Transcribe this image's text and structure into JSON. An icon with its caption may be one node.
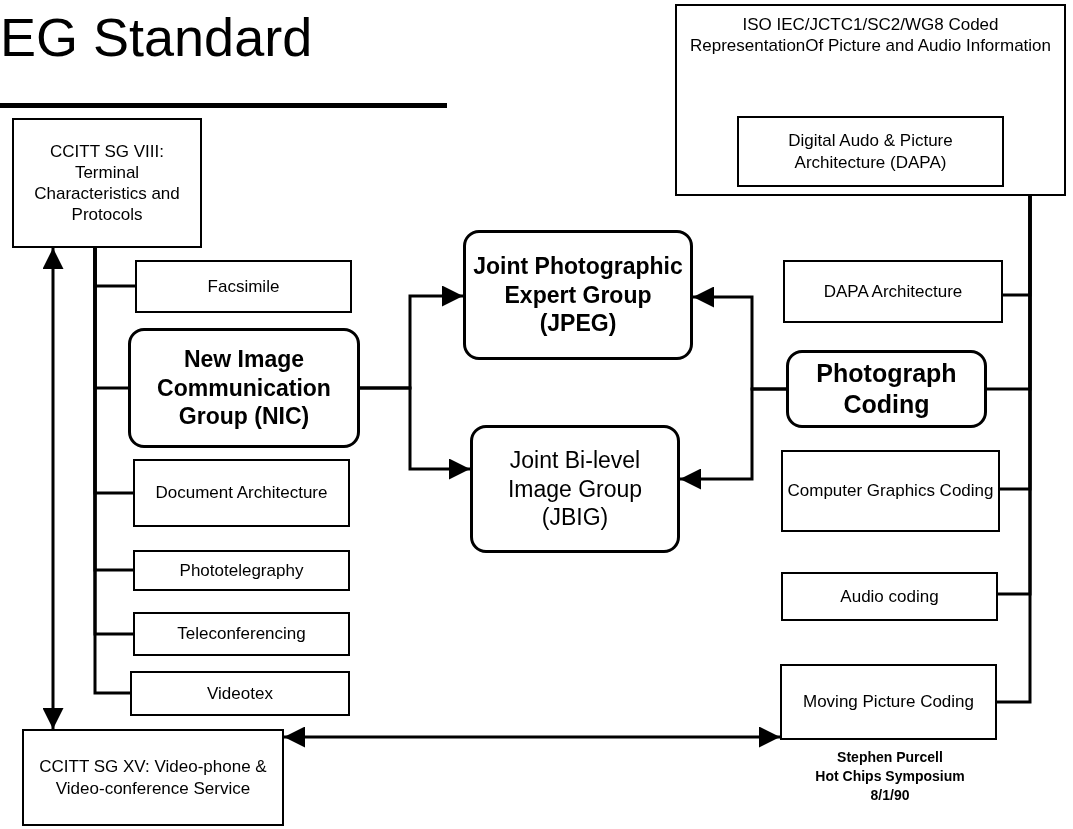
{
  "diagram": {
    "title": "EG Standard",
    "nodes": [
      {
        "text": [
          "CCITT SG VIII: Terminal Characteristics and Protocols"
        ]
      },
      {
        "text": [
          "Facsimile"
        ]
      },
      {
        "text": [
          "New Image Communication Group (NIC)"
        ]
      },
      {
        "text": [
          "Document Architecture"
        ]
      },
      {
        "text": [
          "Phototelegraphy"
        ]
      },
      {
        "text": [
          "Teleconferencing"
        ]
      },
      {
        "text": [
          "Videotex"
        ]
      },
      {
        "text": [
          "CCITT SG XV: Video-phone & Video-conference Service"
        ]
      },
      {
        "text": [
          "Joint Photographic Expert Group (JPEG)"
        ]
      },
      {
        "text": [
          "Joint Bi-level Image Group (JBIG)"
        ]
      },
      {
        "text": [
          "ISO IEC/JCTC1/SC2/WG8 Coded RepresentationOf Picture and Audio Information"
        ]
      },
      {
        "text": [
          "Digital Audo & Picture Architecture (DAPA)"
        ],
        "in": 10
      },
      {
        "text": [
          "DAPA Architecture"
        ]
      },
      {
        "text": [
          "Photograph Coding"
        ]
      },
      {
        "text": [
          "Computer Graphics Coding"
        ]
      },
      {
        "text": [
          "Audio coding"
        ]
      },
      {
        "text": [
          "Moving Picture Coding"
        ]
      }
    ],
    "edges": [
      {
        "from": 0,
        "to": 1,
        "arrow": "none"
      },
      {
        "from": 0,
        "to": 2,
        "arrow": "none"
      },
      {
        "from": 0,
        "to": 3,
        "arrow": "none"
      },
      {
        "from": 0,
        "to": 4,
        "arrow": "none"
      },
      {
        "from": 0,
        "to": 5,
        "arrow": "none"
      },
      {
        "from": 0,
        "to": 6,
        "arrow": "none"
      },
      {
        "from": 7,
        "to": 0,
        "arrow": "both"
      },
      {
        "from": 7,
        "to": 16,
        "arrow": "both"
      },
      {
        "from": 2,
        "to": 8,
        "arrow": "to"
      },
      {
        "from": 2,
        "to": 9,
        "arrow": "to"
      },
      {
        "from": 13,
        "to": 8,
        "arrow": "to"
      },
      {
        "from": 13,
        "to": 9,
        "arrow": "to"
      },
      {
        "from": 10,
        "to": 12,
        "arrow": "none"
      },
      {
        "from": 10,
        "to": 13,
        "arrow": "none"
      },
      {
        "from": 10,
        "to": 14,
        "arrow": "none"
      },
      {
        "from": 10,
        "to": 15,
        "arrow": "none"
      },
      {
        "from": 10,
        "to": 16,
        "arrow": "none"
      }
    ],
    "labels": [
      "Stephen Purcell",
      "Hot Chips Symposium",
      "8/1/90"
    ]
  }
}
